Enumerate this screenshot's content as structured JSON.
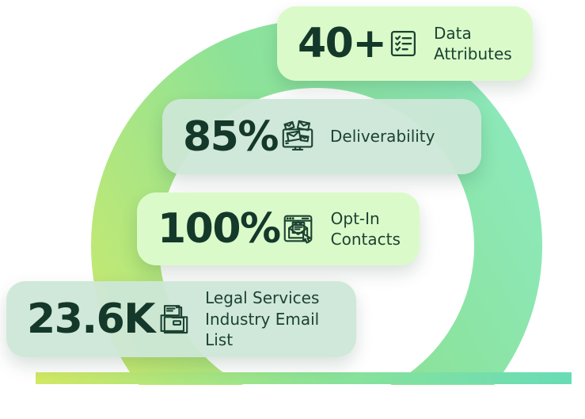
{
  "stats": [
    {
      "value": "40+",
      "label": "Data\nAttributes",
      "icon": "checklist-icon"
    },
    {
      "value": "85%",
      "label": "Deliverability",
      "icon": "monitor-emails-icon"
    },
    {
      "value": "100%",
      "label": "Opt-In\nContacts",
      "icon": "optin-click-icon"
    },
    {
      "value": "23.6K",
      "label": "Legal Services\nIndustry Email List",
      "icon": "email-list-folder-icon"
    }
  ],
  "colors": {
    "ink": "#14382a",
    "card_light": "#dafbc9",
    "card_sage": "#cfe8d9",
    "ring_gradient": [
      "#c8e96f",
      "#8ce298",
      "#8deac2"
    ],
    "bar_gradient": [
      "#d2e863",
      "#8ee395",
      "#68dcb6"
    ]
  }
}
